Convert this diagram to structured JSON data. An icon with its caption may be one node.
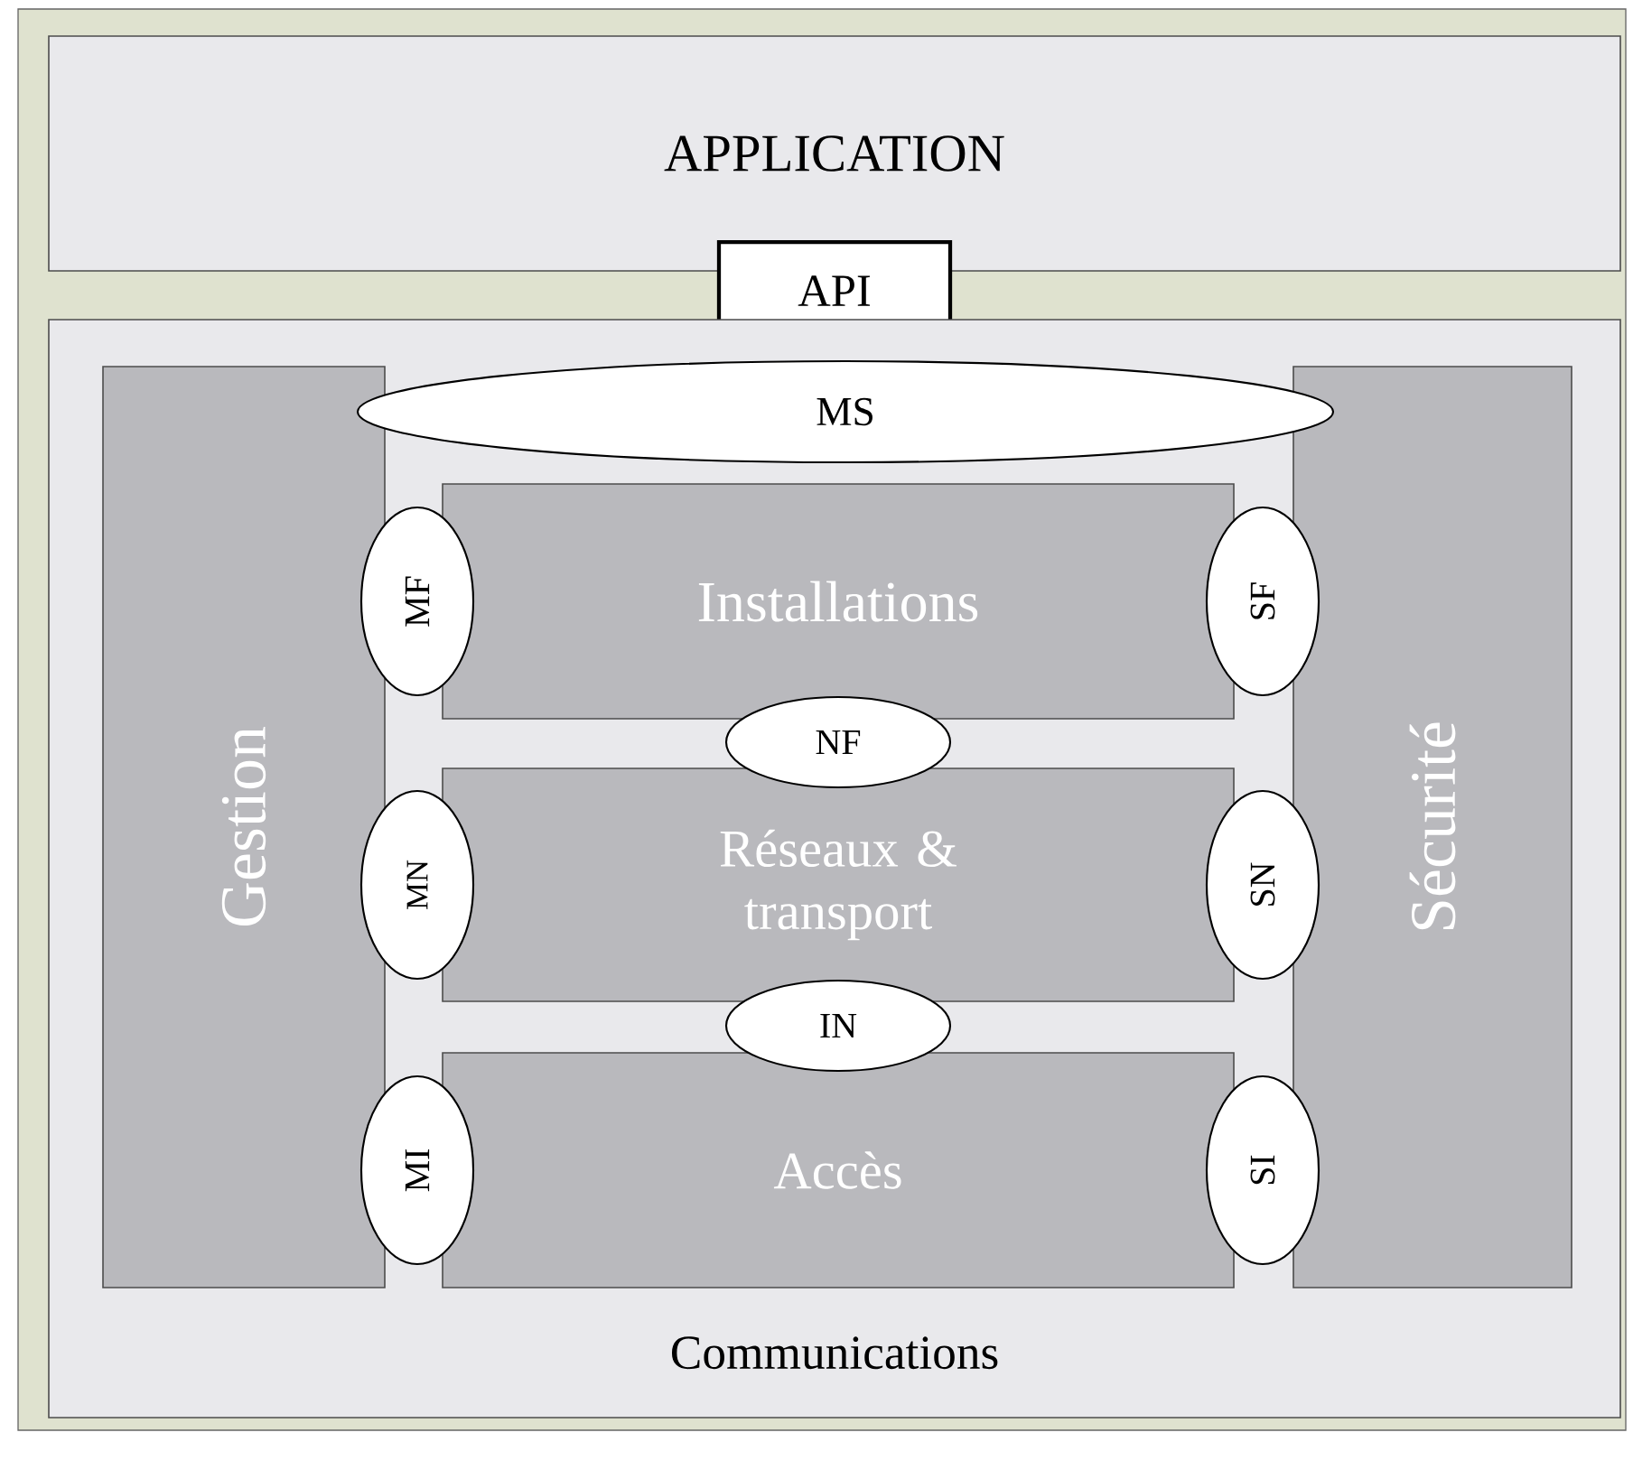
{
  "diagram": {
    "nodes": [
      {
        "text": [
          "APPLICATION"
        ]
      },
      {
        "text": [
          "API"
        ]
      },
      {
        "text": [
          "Communications"
        ]
      },
      {
        "text": [
          "Gestion"
        ],
        "in": 2
      },
      {
        "text": [
          "Sécurité"
        ],
        "in": 2
      },
      {
        "text": [
          "MS"
        ],
        "in": 2
      },
      {
        "text": [
          "Installations"
        ],
        "in": 2
      },
      {
        "text": [
          "Réseaux & transport"
        ],
        "in": 2
      },
      {
        "text": [
          "Accès"
        ],
        "in": 2
      },
      {
        "text": [
          "MF"
        ],
        "in": 2
      },
      {
        "text": [
          "SF"
        ],
        "in": 2
      },
      {
        "text": [
          "NF"
        ],
        "in": 2
      },
      {
        "text": [
          "MN"
        ],
        "in": 2
      },
      {
        "text": [
          "SN"
        ],
        "in": 2
      },
      {
        "text": [
          "IN"
        ],
        "in": 2
      },
      {
        "text": [
          "MI"
        ],
        "in": 2
      },
      {
        "text": [
          "SI"
        ],
        "in": 2
      }
    ]
  }
}
